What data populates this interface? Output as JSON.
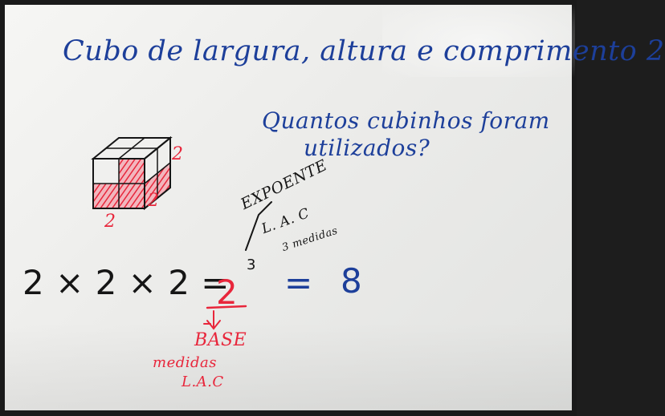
{
  "whiteboard": {
    "title": "Cubo de largura, altura e comprimento 2",
    "question_line1": "Quantos cubinhos foram",
    "question_line2": "utilizados?",
    "cube_dimensions": {
      "top": "2",
      "right": "2",
      "bottom": "2"
    },
    "equation": {
      "left": "2 × 2 × 2 =",
      "base": "2",
      "exponent": "3",
      "equals": "=",
      "result": "8"
    },
    "exponent_annotation": {
      "label": "EXPOENTE",
      "sub": "L. A. C",
      "note": "3 medidas"
    },
    "base_annotation": {
      "label": "BASE",
      "sub_line1": "medidas",
      "sub_line2": "L.A.C"
    },
    "colors": {
      "blue_ink": "#1d3f9a",
      "black_ink": "#151515",
      "red_ink": "#e8263b"
    }
  }
}
